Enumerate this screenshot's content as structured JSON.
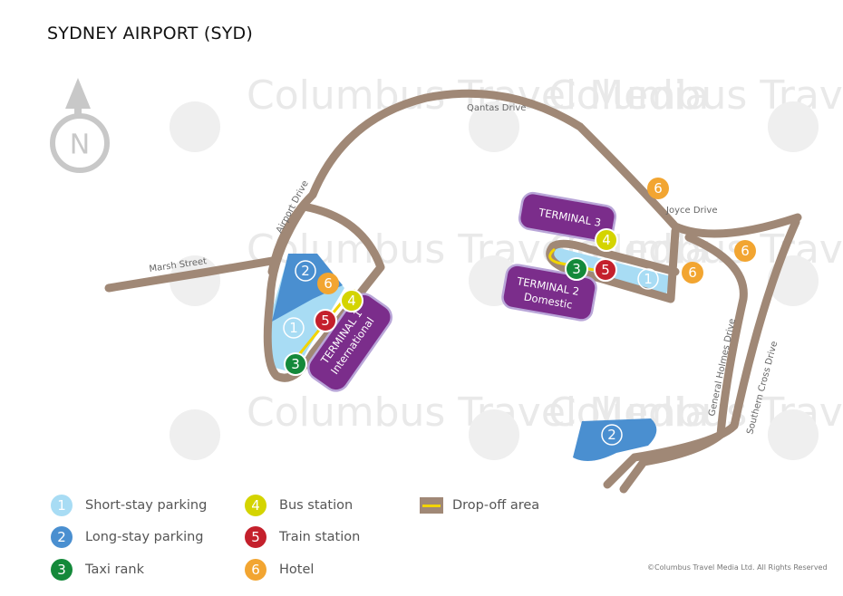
{
  "title": "SYDNEY AIRPORT (SYD)",
  "watermark": "Columbus Travel Media",
  "colors": {
    "road": "#a08876",
    "terminal": "#7b2d8b",
    "short_stay": "#a8dcf4",
    "long_stay": "#4a8fd0",
    "taxi": "#14893a",
    "bus": "#d4d400",
    "train": "#c4202c",
    "hotel": "#f2a531",
    "dropoff": "#f2d400"
  },
  "compass": {
    "label": "N"
  },
  "roads": {
    "marsh": "Marsh Street",
    "airport": "Airport Drive",
    "qantas": "Qantas Drive",
    "joyce": "Joyce Drive",
    "general_holmes": "General Holmes Drive",
    "southern_cross": "Southern Cross Drive"
  },
  "terminals": {
    "t1": {
      "line1": "TERMINAL 1",
      "line2": "International"
    },
    "t2": {
      "line1": "TERMINAL 2",
      "line2": "Domestic"
    },
    "t3": {
      "line1": "TERMINAL 3"
    }
  },
  "markers": {
    "one": "1",
    "two": "2",
    "three": "3",
    "four": "4",
    "five": "5",
    "six": "6"
  },
  "legend": [
    {
      "num": "1",
      "label": "Short-stay parking"
    },
    {
      "num": "2",
      "label": "Long-stay parking"
    },
    {
      "num": "3",
      "label": "Taxi rank"
    },
    {
      "num": "4",
      "label": "Bus station"
    },
    {
      "num": "5",
      "label": "Train station"
    },
    {
      "num": "6",
      "label": "Hotel"
    },
    {
      "label": "Drop-off area"
    }
  ],
  "copyright": "©Columbus Travel Media Ltd. All Rights Reserved"
}
